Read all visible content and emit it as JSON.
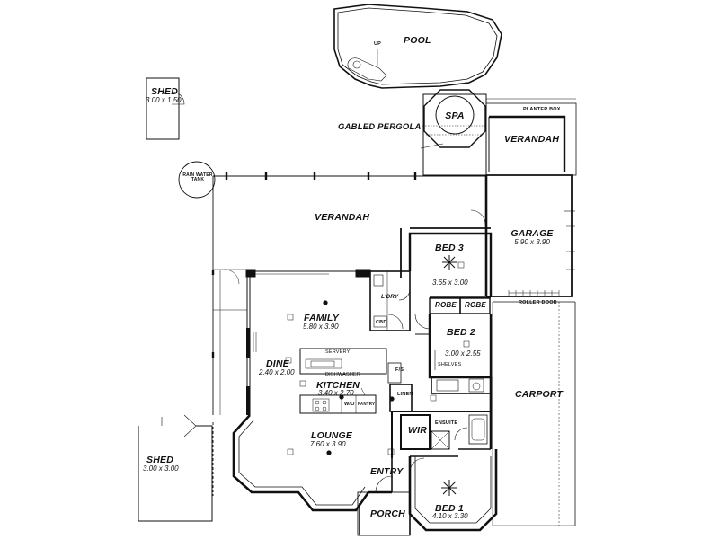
{
  "labels": {
    "pool": "POOL",
    "up": "UP",
    "spa": "SPA",
    "planter_box": "PLANTER BOX",
    "gabled_pergola": "GABLED PERGOLA",
    "verandah_rear": "VERANDAH",
    "shed_top": "SHED",
    "shed_top_dim": "3.00 x 1.50",
    "rain_water_tank": "RAIN WATER TANK",
    "verandah_main": "VERANDAH",
    "garage": "GARAGE",
    "garage_dim": "5.90 x 3.90",
    "roller_door": "ROLLER DOOR",
    "bed3": "BED 3",
    "bed3_dim": "3.65 x 3.00",
    "ldry": "L'DRY",
    "cbd": "CBD",
    "robe1": "ROBE",
    "robe2": "ROBE",
    "family": "FAMILY",
    "family_dim": "5.80 x 3.90",
    "servery": "SERVERY",
    "dishwasher": "DISHWASHER",
    "dine": "DINE",
    "dine_dim": "2.40 x 2.00",
    "kitchen": "KITCHEN",
    "kitchen_dim": "3.40 x 2.70",
    "wo": "W/O",
    "pantry": "PANTRY",
    "fs": "F/S",
    "linen": "LINEN",
    "bed2": "BED 2",
    "bed2_dim": "3.00 x 2.55",
    "shelves": "SHELVES",
    "carport": "CARPORT",
    "wir": "WIR",
    "ensuite": "ENSUITE",
    "lounge": "LOUNGE",
    "lounge_dim": "7.60 x 3.90",
    "shed_bottom": "SHED",
    "shed_bottom_dim": "3.00 x 3.00",
    "entry": "ENTRY",
    "porch": "PORCH",
    "bed1": "BED 1",
    "bed1_dim": "4.10 x 3.30"
  }
}
